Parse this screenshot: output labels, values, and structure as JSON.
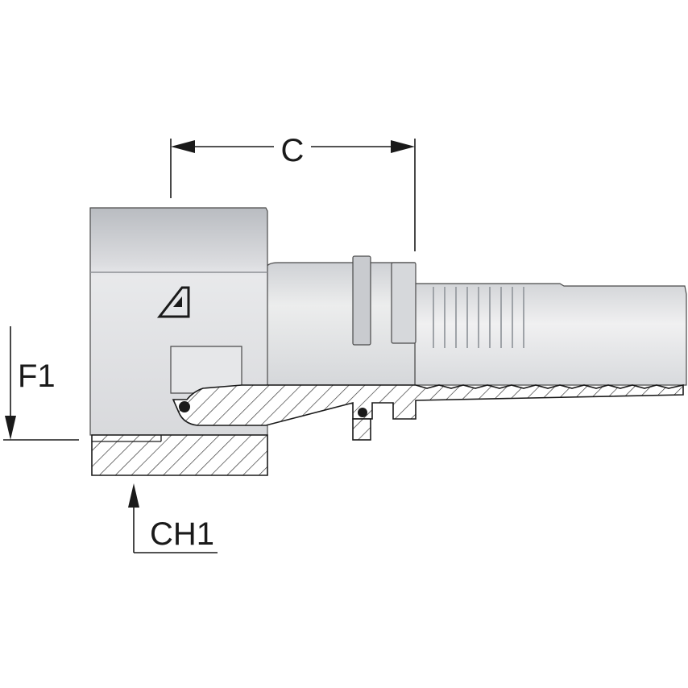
{
  "labels": {
    "c": "C",
    "f1": "F1",
    "ch1": "CH1"
  },
  "colors": {
    "line": "#1a1a1a",
    "metal_light": "#e3e4e7",
    "metal_mid": "#d0d2d6",
    "metal_dark": "#b7babf",
    "hatch": "#2a2a2a"
  }
}
